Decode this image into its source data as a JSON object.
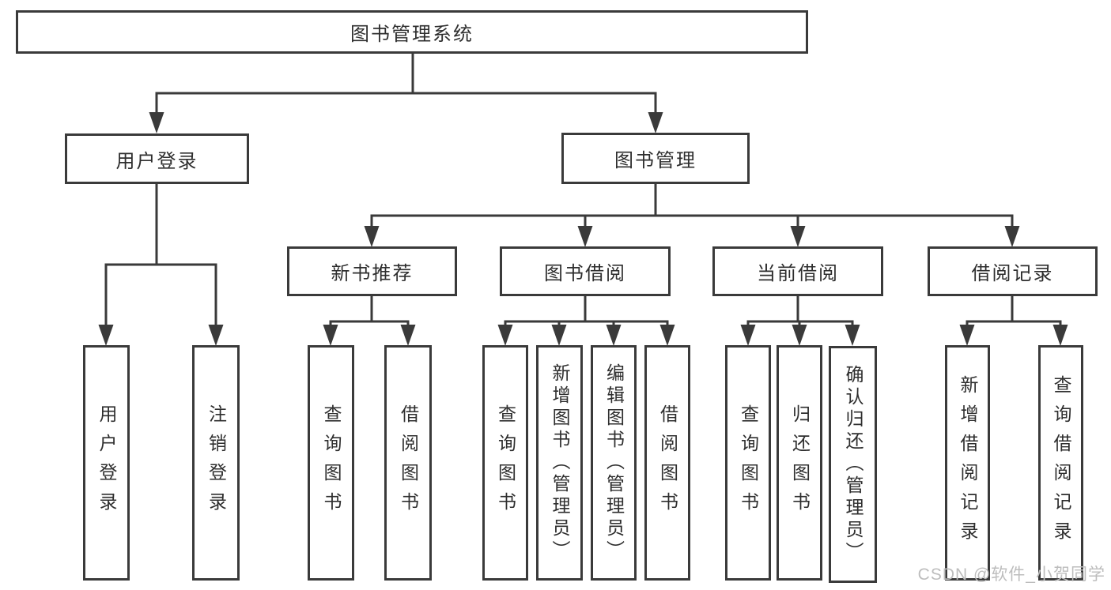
{
  "diagram": {
    "root": {
      "label": "图书管理系统"
    },
    "level2": [
      {
        "label": "用户登录"
      },
      {
        "label": "图书管理"
      }
    ],
    "level3": [
      {
        "label": "新书推荐"
      },
      {
        "label": "图书借阅"
      },
      {
        "label": "当前借阅"
      },
      {
        "label": "借阅记录"
      }
    ],
    "leaves": [
      {
        "label": "用户登录"
      },
      {
        "label": "注销登录"
      },
      {
        "label": "查询图书"
      },
      {
        "label": "借阅图书"
      },
      {
        "label": "查询图书"
      },
      {
        "label": "新增图书（管理员）"
      },
      {
        "label": "编辑图书（管理员）"
      },
      {
        "label": "借阅图书"
      },
      {
        "label": "查询图书"
      },
      {
        "label": "归还图书"
      },
      {
        "label": "确认归还（管理员）"
      },
      {
        "label": "新增借阅记录"
      },
      {
        "label": "查询借阅记录"
      }
    ]
  },
  "watermark": {
    "text": "CSDN @软件_小贺同学"
  },
  "colors": {
    "line": "#3a3a3a",
    "text": "#2e2e2e",
    "box_background": "#ffffff",
    "page_background": "#ffffff",
    "watermark": "#bdbdbd"
  }
}
